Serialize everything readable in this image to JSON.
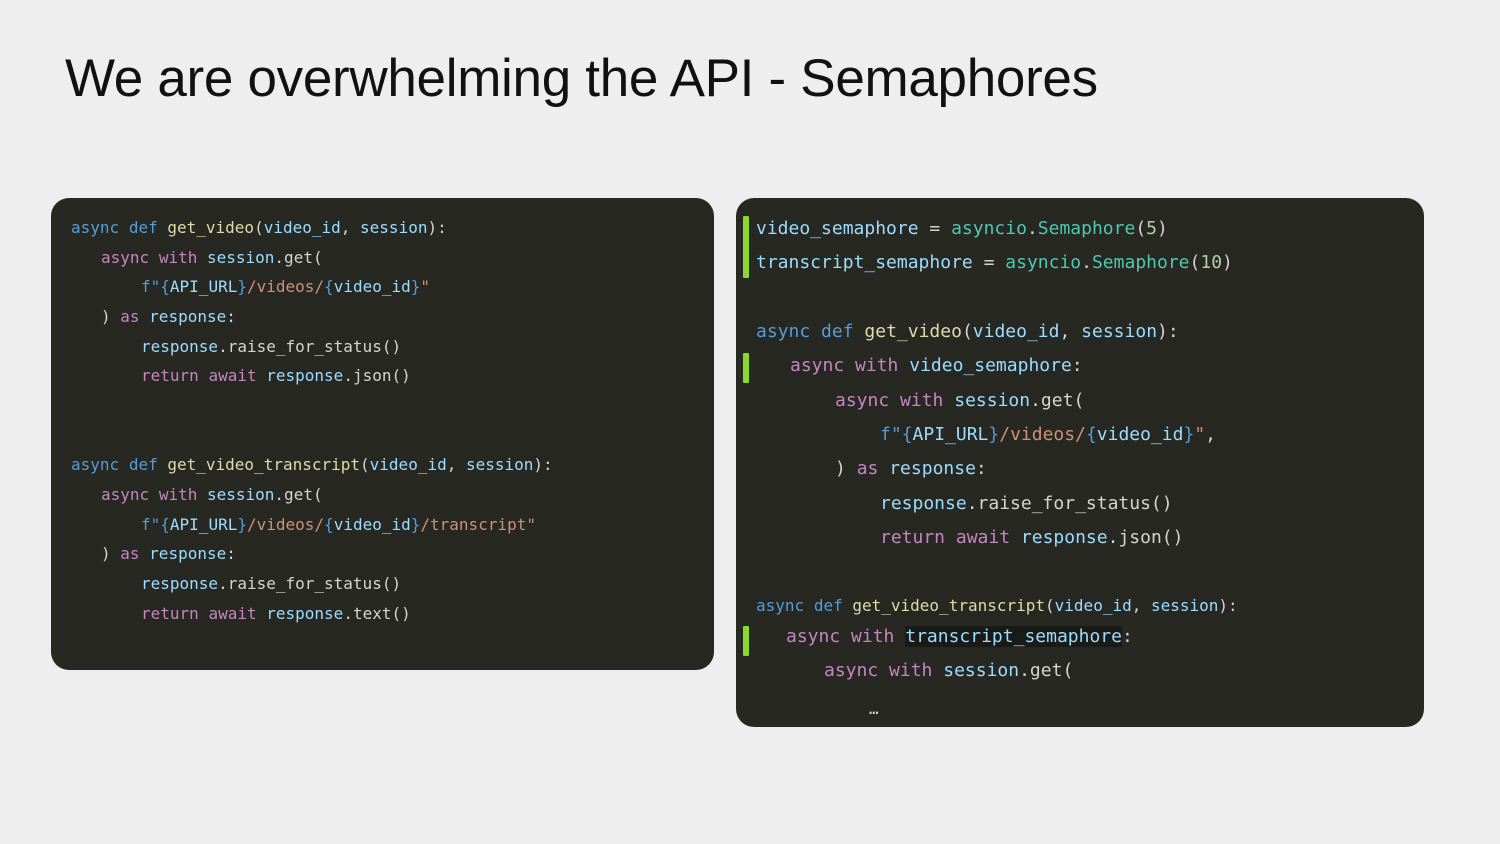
{
  "slide": {
    "title": "We are overwhelming the API - Semaphores"
  },
  "left_code": {
    "l1": {
      "t1": "async",
      "t2": "def",
      "t3": "get_video",
      "t4": "(",
      "t5": "video_id",
      "t6": ", ",
      "t7": "session",
      "t8": "):"
    },
    "l2": {
      "t1": "async",
      "t2": "with",
      "t3": "session",
      "t4": ".get("
    },
    "l3": {
      "t1": "f\"",
      "t2": "{",
      "t3": "API_URL",
      "t4": "}",
      "t5": "/videos/",
      "t6": "{",
      "t7": "video_id",
      "t8": "}",
      "t9": "\""
    },
    "l4": {
      "t1": ") ",
      "t2": "as",
      "t3": "response",
      "t4": ":"
    },
    "l5": {
      "t1": "response",
      "t2": ".raise_for_status()"
    },
    "l6": {
      "t1": "return",
      "t2": "await",
      "t3": "response",
      "t4": ".json()"
    },
    "l7": {
      "t1": "async",
      "t2": "def",
      "t3": "get_video_transcript",
      "t4": "(",
      "t5": "video_id",
      "t6": ", ",
      "t7": "session",
      "t8": "):"
    },
    "l8": {
      "t1": "async",
      "t2": "with",
      "t3": "session",
      "t4": ".get("
    },
    "l9": {
      "t1": "f\"",
      "t2": "{",
      "t3": "API_URL",
      "t4": "}",
      "t5": "/videos/",
      "t6": "{",
      "t7": "video_id",
      "t8": "}",
      "t9": "/transcript\""
    },
    "l10": {
      "t1": ") ",
      "t2": "as",
      "t3": "response",
      "t4": ":"
    },
    "l11": {
      "t1": "response",
      "t2": ".raise_for_status()"
    },
    "l12": {
      "t1": "return",
      "t2": "await",
      "t3": "response",
      "t4": ".text()"
    }
  },
  "right_code": {
    "l1": {
      "t1": "video_semaphore",
      "t2": " = ",
      "t3": "asyncio",
      "t4": ".",
      "t5": "Semaphore",
      "t6": "(",
      "t7": "5",
      "t8": ")"
    },
    "l2": {
      "t1": "transcript_semaphore",
      "t2": " = ",
      "t3": "asyncio",
      "t4": ".",
      "t5": "Semaphore",
      "t6": "(",
      "t7": "10",
      "t8": ")"
    },
    "l3": {
      "t1": "async",
      "t2": "def",
      "t3": "get_video",
      "t4": "(",
      "t5": "video_id",
      "t6": ", ",
      "t7": "session",
      "t8": "):"
    },
    "l4": {
      "t1": "async",
      "t2": "with",
      "t3": "video_semaphore",
      "t4": ":"
    },
    "l5": {
      "t1": "async",
      "t2": "with",
      "t3": "session",
      "t4": ".get("
    },
    "l6": {
      "t1": "f\"",
      "t2": "{",
      "t3": "API_URL",
      "t4": "}",
      "t5": "/videos/",
      "t6": "{",
      "t7": "video_id",
      "t8": "}",
      "t9": "\"",
      "t10": ","
    },
    "l7": {
      "t1": ") ",
      "t2": "as",
      "t3": "response",
      "t4": ":"
    },
    "l8": {
      "t1": "response",
      "t2": ".raise_for_status()"
    },
    "l9": {
      "t1": "return",
      "t2": "await",
      "t3": "response",
      "t4": ".json()"
    },
    "l10": {
      "t1": "async",
      "t2": "def",
      "t3": "get_video_transcript",
      "t4": "(",
      "t5": "video_id",
      "t6": ", ",
      "t7": "session",
      "t8": "):"
    },
    "l11": {
      "t1": "async",
      "t2": "with",
      "t3": "transcript_semaphore",
      "t4": ":"
    },
    "l12": {
      "t1": "async",
      "t2": "with",
      "t3": "session",
      "t4": ".get("
    },
    "l13": {
      "t1": "…"
    }
  },
  "colors": {
    "slide_background": "#eeeeee",
    "code_background": "#272822",
    "highlight_bar": "#8ad92d",
    "keyword": "#569cd6",
    "control_keyword": "#c586c0",
    "function": "#dcdcaa",
    "variable": "#9cdcfe",
    "string": "#ce9178",
    "class": "#4ec9b0",
    "number": "#b5cea8"
  }
}
